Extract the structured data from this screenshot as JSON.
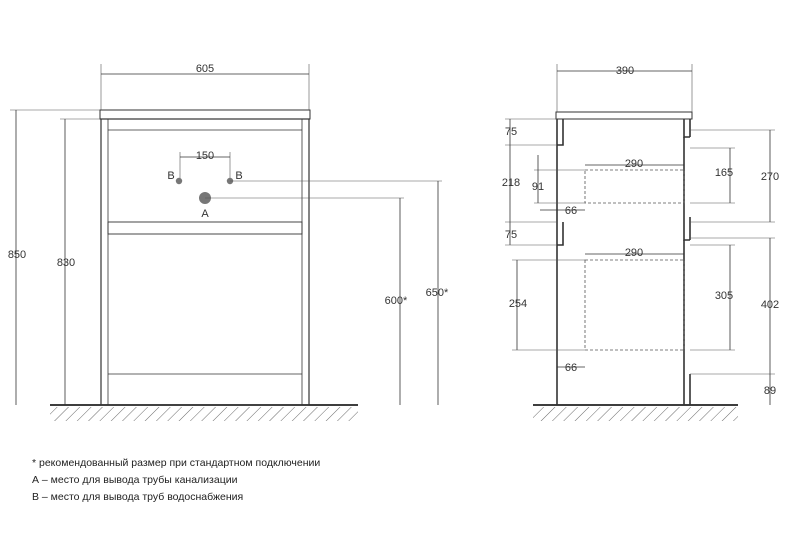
{
  "front_view": {
    "width": "605",
    "pipe_spacing": "150",
    "label_b_left": "B",
    "label_b_right": "B",
    "label_a": "A",
    "height_total": "850",
    "height_body": "830",
    "height_a": "600*",
    "height_b": "650*"
  },
  "side_view": {
    "depth": "390",
    "d_75_top": "75",
    "d_218": "218",
    "d_91": "91",
    "d_66_top": "66",
    "d_75_mid": "75",
    "d_254": "254",
    "d_66_bottom": "66",
    "d_290_top": "290",
    "d_290_bottom": "290",
    "d_165": "165",
    "d_270": "270",
    "d_305": "305",
    "d_402": "402",
    "d_89": "89"
  },
  "notes": {
    "line1": "* рекомендованный размер при стандартном подключении",
    "line2": "А – место для вывода трубы канализации",
    "line3": "В – место для вывода труб водоснабжения"
  }
}
